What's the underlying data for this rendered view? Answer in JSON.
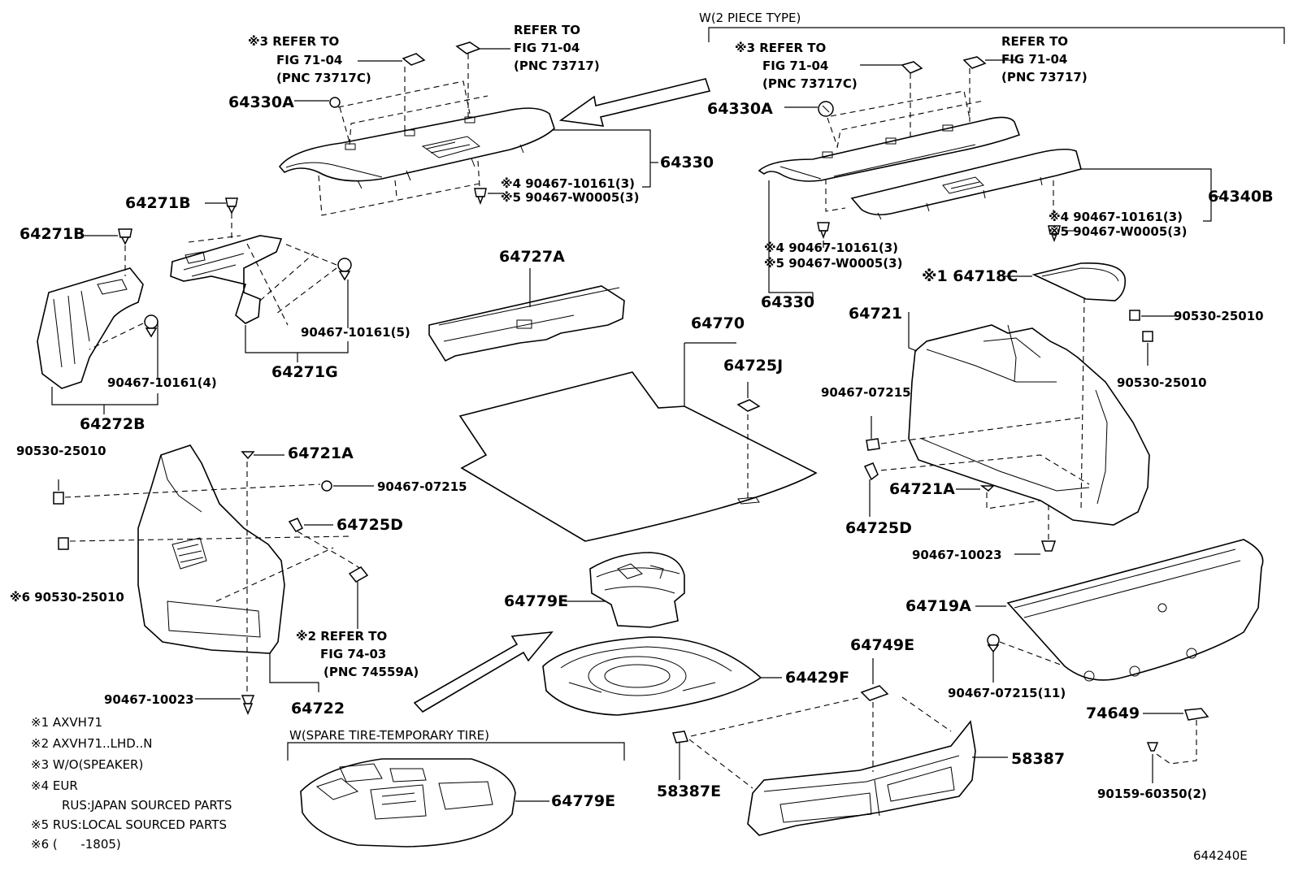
{
  "labels": {
    "t_w2piece": "W(2 PIECE TYPE)",
    "t_spare": "W(SPARE TIRE-TEMPORARY TIRE)",
    "l_refer3_a": "※3 REFER TO",
    "l_fig7104_a": "FIG 71-04",
    "l_pnc73717c_a": "(PNC 73717C)",
    "l_refer_b": "REFER TO",
    "l_fig7104_b": "FIG 71-04",
    "l_pnc73717_b": "(PNC 73717)",
    "l_64330A_a": "64330A",
    "l_64330_a": "64330",
    "l_s4_a": "※4 90467-10161(3)",
    "l_s5_a": "※5 90467-W0005(3)",
    "l_refer3_c": "※3 REFER TO",
    "l_fig7104_c": "FIG 71-04",
    "l_pnc73717c_c": "(PNC 73717C)",
    "l_refer_d": "REFER TO",
    "l_fig7104_d": "FIG 71-04",
    "l_pnc73717_d": "(PNC 73717)",
    "l_64330A_b": "64330A",
    "l_64340B": "64340B",
    "l_s4_b": "※4 90467-10161(3)",
    "l_s5_b": "※5 90467-W0005(3)",
    "l_s4_c": "※4 90467-10161(3)",
    "l_s5_c": "※5 90467-W0005(3)",
    "l_64330_b": "64330",
    "l_64271B_a": "64271B",
    "l_64271B_b": "64271B",
    "l_9046710161_5": "90467-10161(5)",
    "l_64271G": "64271G",
    "l_9046710161_4": "90467-10161(4)",
    "l_64272B": "64272B",
    "l_64727A": "64727A",
    "l_64770": "64770",
    "l_64725J": "64725J",
    "l_s1_64718C": "※1 64718C",
    "l_64721": "64721",
    "l_9053025010_r1": "90530-25010",
    "l_9053025010_r2": "90530-25010",
    "l_9046707215_r": "90467-07215",
    "l_64721A_r": "64721A",
    "l_64725D_r": "64725D",
    "l_9046710023_r": "90467-10023",
    "l_64719A": "64719A",
    "l_9046707215_11": "90467-07215(11)",
    "l_74649": "74649",
    "l_9015960350_2": "90159-60350(2)",
    "l_9053025010_l": "90530-25010",
    "l_64721A_l": "64721A",
    "l_9046707215_l": "90467-07215",
    "l_64725D_l": "64725D",
    "l_s6_9053025010": "※6 90530-25010",
    "l_refer2": "※2 REFER TO",
    "l_fig7403": "FIG 74-03",
    "l_pnc74559a": "(PNC 74559A)",
    "l_9046710023_l": "90467-10023",
    "l_64722": "64722",
    "l_64779E_a": "64779E",
    "l_64429F": "64429F",
    "l_64749E": "64749E",
    "l_58387": "58387",
    "l_58387E": "58387E",
    "l_64779E_b": "64779E",
    "diagram_id": "644240E"
  },
  "notes": [
    "※1 AXVH71",
    "※2 AXVH71..LHD..N",
    "※3 W/O(SPEAKER)",
    "※4 EUR",
    "RUS:JAPAN SOURCED PARTS",
    "※5 RUS:LOCAL SOURCED PARTS",
    "※6 (      -1805)"
  ]
}
